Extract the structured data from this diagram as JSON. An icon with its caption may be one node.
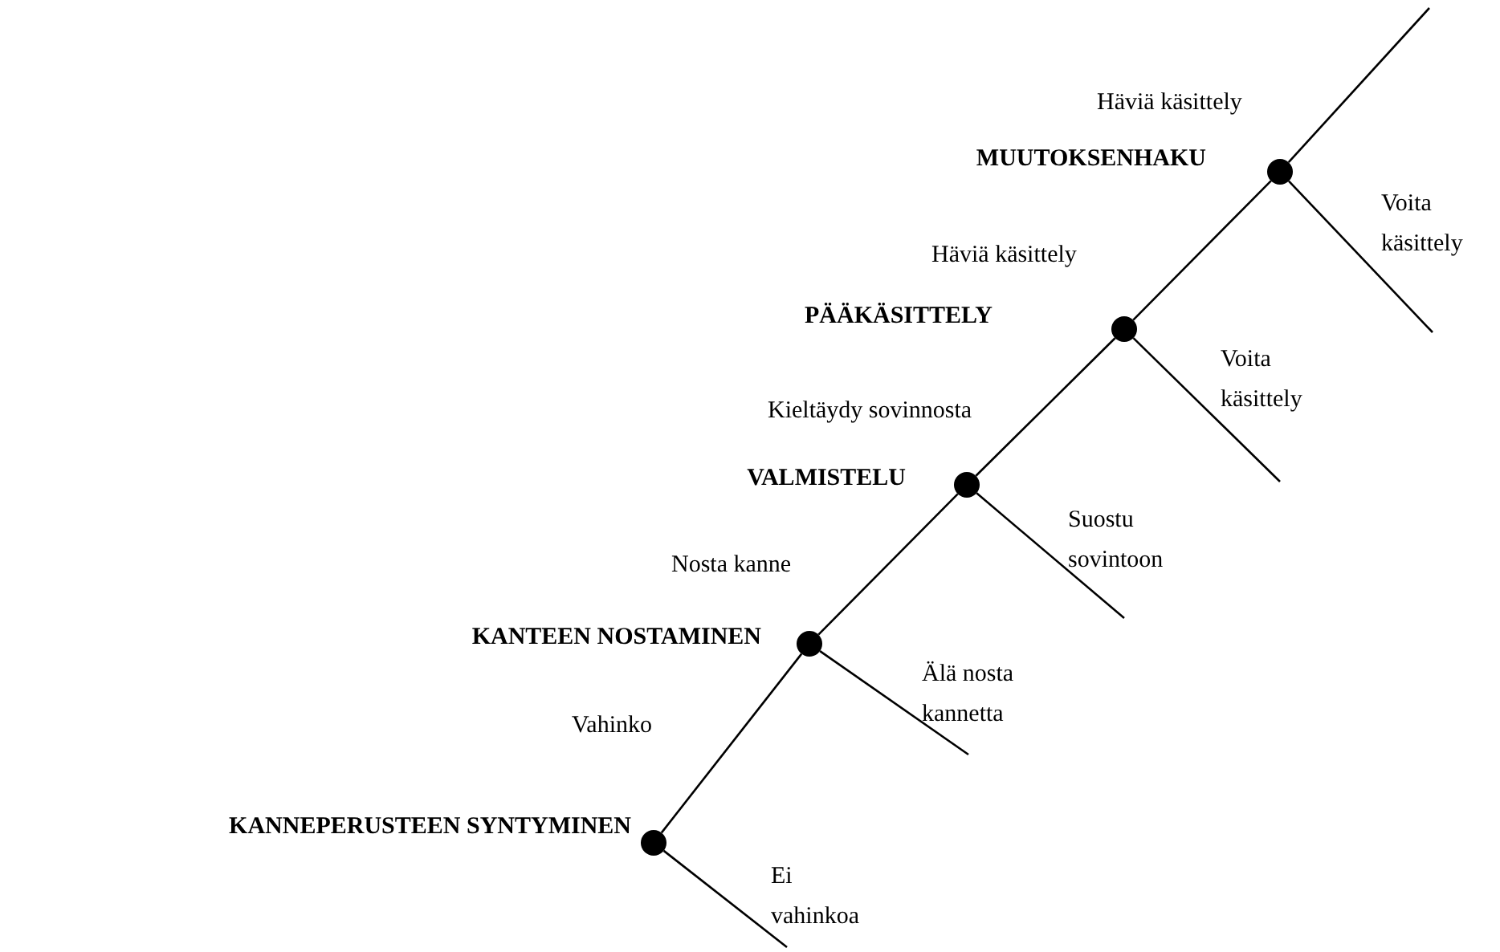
{
  "diagram": {
    "nodes": [
      {
        "text": [
          "KANNEPERUSTEEN SYNTYMINEN"
        ]
      },
      {
        "text": [
          "KANTEEN NOSTAMINEN"
        ]
      },
      {
        "text": [
          "VALMISTELU"
        ]
      },
      {
        "text": [
          "PÄÄKÄSITTELY"
        ]
      },
      {
        "text": [
          "MUUTOKSENHAKU"
        ]
      }
    ],
    "edges": [
      {
        "from": 0,
        "to": 1,
        "arrow": "none",
        "label": "Vahinko"
      },
      {
        "from": 0,
        "to": null,
        "arrow": "none",
        "label": "Ei vahinkoa"
      },
      {
        "from": 1,
        "to": 2,
        "arrow": "none",
        "label": "Nosta kanne"
      },
      {
        "from": 1,
        "to": null,
        "arrow": "none",
        "label": "Älä nosta kannetta"
      },
      {
        "from": 2,
        "to": 3,
        "arrow": "none",
        "label": "Kieltäydy sovinnosta"
      },
      {
        "from": 2,
        "to": null,
        "arrow": "none",
        "label": "Suostu sovintoon"
      },
      {
        "from": 3,
        "to": 4,
        "arrow": "none",
        "label": "Häviä käsittely"
      },
      {
        "from": 3,
        "to": null,
        "arrow": "none",
        "label": "Voita käsittely"
      },
      {
        "from": 4,
        "to": null,
        "arrow": "none",
        "label": "Häviä käsittely"
      },
      {
        "from": 4,
        "to": null,
        "arrow": "none",
        "label": "Voita käsittely"
      }
    ]
  }
}
